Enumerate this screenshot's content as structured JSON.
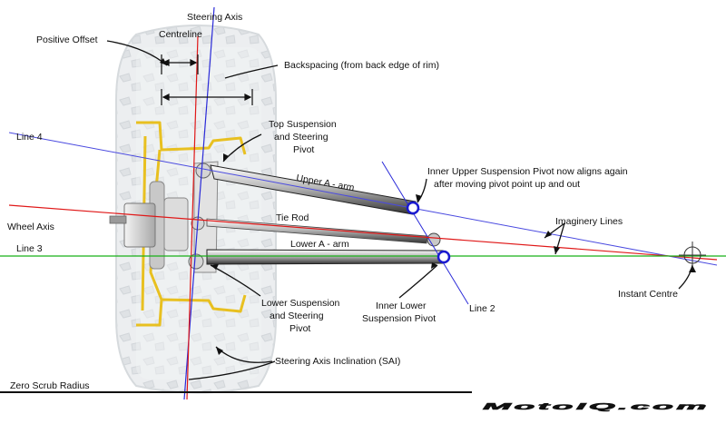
{
  "labels": {
    "steering_axis": "Steering Axis",
    "positive_offset": "Positive Offset",
    "centreline": "Centreline",
    "backspacing": "Backspacing (from back edge of rim)",
    "top_pivot_l1": "Top Suspension",
    "top_pivot_l2": "and Steering",
    "top_pivot_l3": "Pivot",
    "line4": "Line 4",
    "upper_arm": "Upper A - arm",
    "inner_upper_l1": "Inner Upper Suspension Pivot now aligns again",
    "inner_upper_l2": "after moving pivot point up and out",
    "wheel_axis": "Wheel Axis",
    "tie_rod": "Tie Rod",
    "imaginary_lines": "Imaginery Lines",
    "line3": "Line 3",
    "lower_arm": "Lower A - arm",
    "lower_pivot_l1": "Lower Suspension",
    "lower_pivot_l2": "and Steering",
    "lower_pivot_l3": "Pivot",
    "inner_lower_l1": "Inner Lower",
    "inner_lower_l2": "Suspension Pivot",
    "line2": "Line 2",
    "instant_centre": "Instant Centre",
    "sai": "Steering Axis Inclination (SAI)",
    "zero_scrub": "Zero Scrub Radius"
  },
  "logo": {
    "text": "MotoIQ.com"
  },
  "colors": {
    "steering_axis": "#2a2ad8",
    "red_line": "#e01818",
    "green_line": "#18b018",
    "tire": "#e8eaec",
    "rim": "#e8c020"
  }
}
